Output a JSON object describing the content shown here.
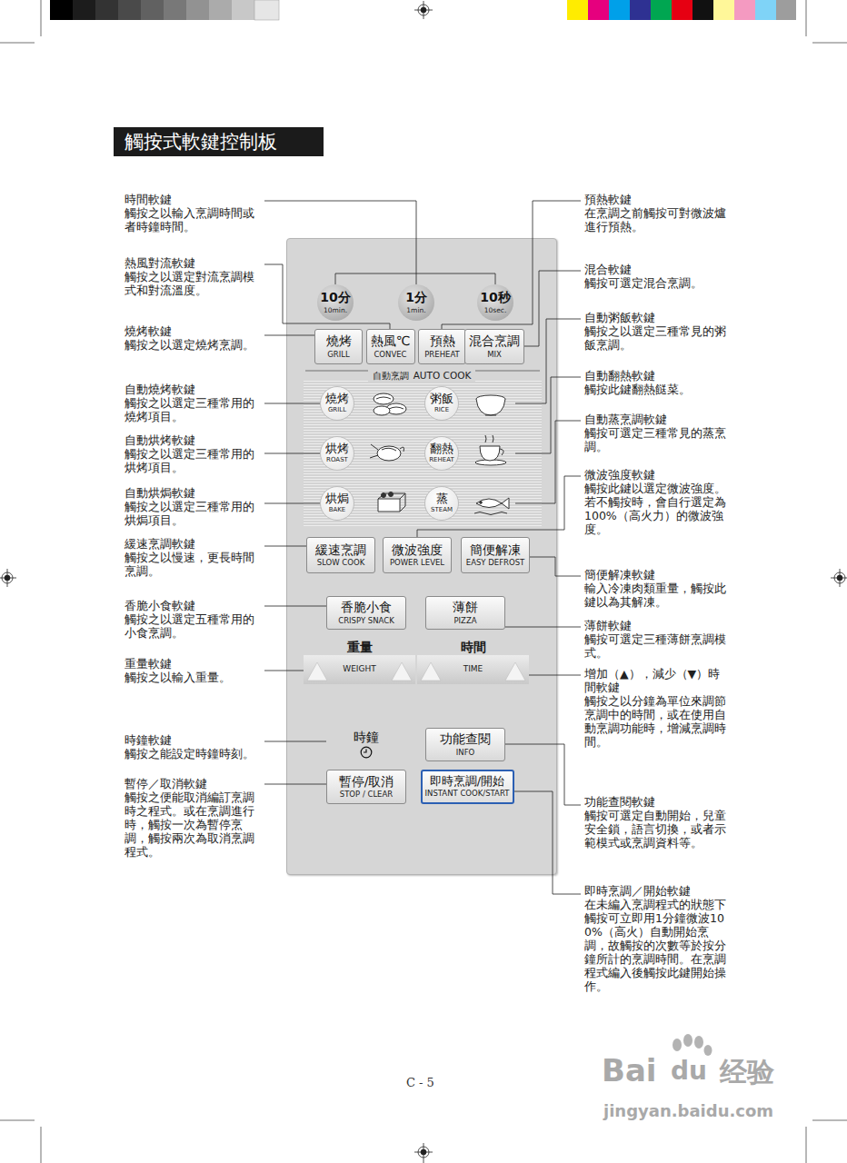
{
  "diagram": {
    "title": "觸按式軟鍵控制板",
    "nodes": [
      {
        "text": [
          "自動烹調",
          "AUTO COOK"
        ]
      },
      {
        "text": [
          "10分",
          "10min."
        ],
        "in": 0
      },
      {
        "text": [
          "1分",
          "1min."
        ],
        "in": 0
      },
      {
        "text": [
          "10秒",
          "10sec."
        ],
        "in": 0
      },
      {
        "text": [
          "燒烤",
          "GRILL"
        ],
        "in": 0
      },
      {
        "text": [
          "熱風℃",
          "CONVEC"
        ],
        "in": 0
      },
      {
        "text": [
          "預熱",
          "PREHEAT"
        ],
        "in": 0
      },
      {
        "text": [
          "混合烹調",
          "MIX"
        ],
        "in": 0
      },
      {
        "text": [
          "燒烤",
          "GRILL"
        ],
        "in": 0
      },
      {
        "text": [
          "粥飯",
          "RICE"
        ],
        "in": 0
      },
      {
        "text": [
          "烘烤",
          "ROAST"
        ],
        "in": 0
      },
      {
        "text": [
          "翻熱",
          "REHEAT"
        ],
        "in": 0
      },
      {
        "text": [
          "烘焗",
          "BAKE"
        ],
        "in": 0
      },
      {
        "text": [
          "蒸",
          "STEAM"
        ],
        "in": 0
      },
      {
        "text": [
          "緩速烹調",
          "SLOW COOK"
        ],
        "in": 0
      },
      {
        "text": [
          "微波強度",
          "POWER LEVEL"
        ],
        "in": 0
      },
      {
        "text": [
          "簡便解凍",
          "EASY DEFROST"
        ],
        "in": 0
      },
      {
        "text": [
          "香脆小食",
          "CRISPY SNACK"
        ],
        "in": 0
      },
      {
        "text": [
          "薄餅",
          "PIZZA"
        ],
        "in": 0
      },
      {
        "text": [
          "重量",
          "WEIGHT"
        ],
        "in": 0
      },
      {
        "text": [
          "時間",
          "TIME"
        ],
        "in": 0
      },
      {
        "text": [
          "時鐘"
        ],
        "in": 0
      },
      {
        "text": [
          "功能查閱",
          "INFO"
        ],
        "in": 0
      },
      {
        "text": [
          "暫停/取消",
          "STOP / CLEAR"
        ],
        "in": 0
      },
      {
        "text": [
          "即時烹調/開始",
          "INSTANT COOK/START"
        ],
        "in": 0
      }
    ],
    "labels": [
      "時間軟鍵",
      "觸按之以輸入烹調時間或者時鐘時間。",
      "熱風對流軟鍵",
      "觸按之以選定對流烹調模式和對流溫度。",
      "燒烤軟鍵",
      "觸按之以選定燒烤烹調。",
      "自動燒烤軟鍵",
      "觸按之以選定三種常用的燒烤項目。",
      "自動烘烤軟鍵",
      "觸按之以選定三種常用的烘烤項目。",
      "自動烘焗軟鍵",
      "觸按之以選定三種常用的烘焗項目。",
      "緩速烹調軟鍵",
      "觸按之以慢速，更長時間烹調。",
      "香脆小食軟鍵",
      "觸按之以選定五種常用的小食烹調。",
      "重量軟鍵",
      "觸按之以輸入重量。",
      "時鐘軟鍵",
      "觸按之能設定時鐘時刻。",
      "暫停／取消軟鍵",
      "觸按之便能取消編訂烹調時之程式。或在烹調進行時，觸按一次為暫停烹調，觸按兩次為取消烹調程式。",
      "預熱軟鍵",
      "在烹調之前觸按可對微波爐進行預熱。",
      "混合軟鍵",
      "觸按可選定混合烹調。",
      "自動粥飯軟鍵",
      "觸按之以選定三種常見的粥飯烹調。",
      "自動翻熱軟鍵",
      "觸按此鍵翻熱餸菜。",
      "自動蒸烹調軟鍵",
      "觸按可選定三種常見的蒸烹調。",
      "微波強度軟鍵",
      "觸按此鍵以選定微波強度。若不觸按時，會自行選定為100%（高火力）的微波強度。",
      "簡便解凍軟鍵",
      "輸入冷凍肉類重量，觸按此鍵以為其解凍。",
      "薄餅軟鍵",
      "觸按可選定三種薄餅烹調模式。",
      "增加（▲），減少（▼）時間軟鍵",
      "觸按之以分鐘為單位來調節烹調中的時間，或在使用自動烹調功能時，增減烹調時間。",
      "功能查閱軟鍵",
      "觸按可選定自動開始，兒童安全鎖，語言切換，或者示範模式或烹調資料等。",
      "即時烹調／開始軟鍵",
      "在未編入烹調程式的狀態下觸按可立即用1分鐘微波100%（高火）自動開始烹調，故觸按的次數等於按分鐘所計的烹調時間。在烹調程式編入後觸按此鍵開始操作。",
      "C - 5",
      "Bai",
      "du",
      "经验",
      "jingyan.baidu.com"
    ]
  }
}
